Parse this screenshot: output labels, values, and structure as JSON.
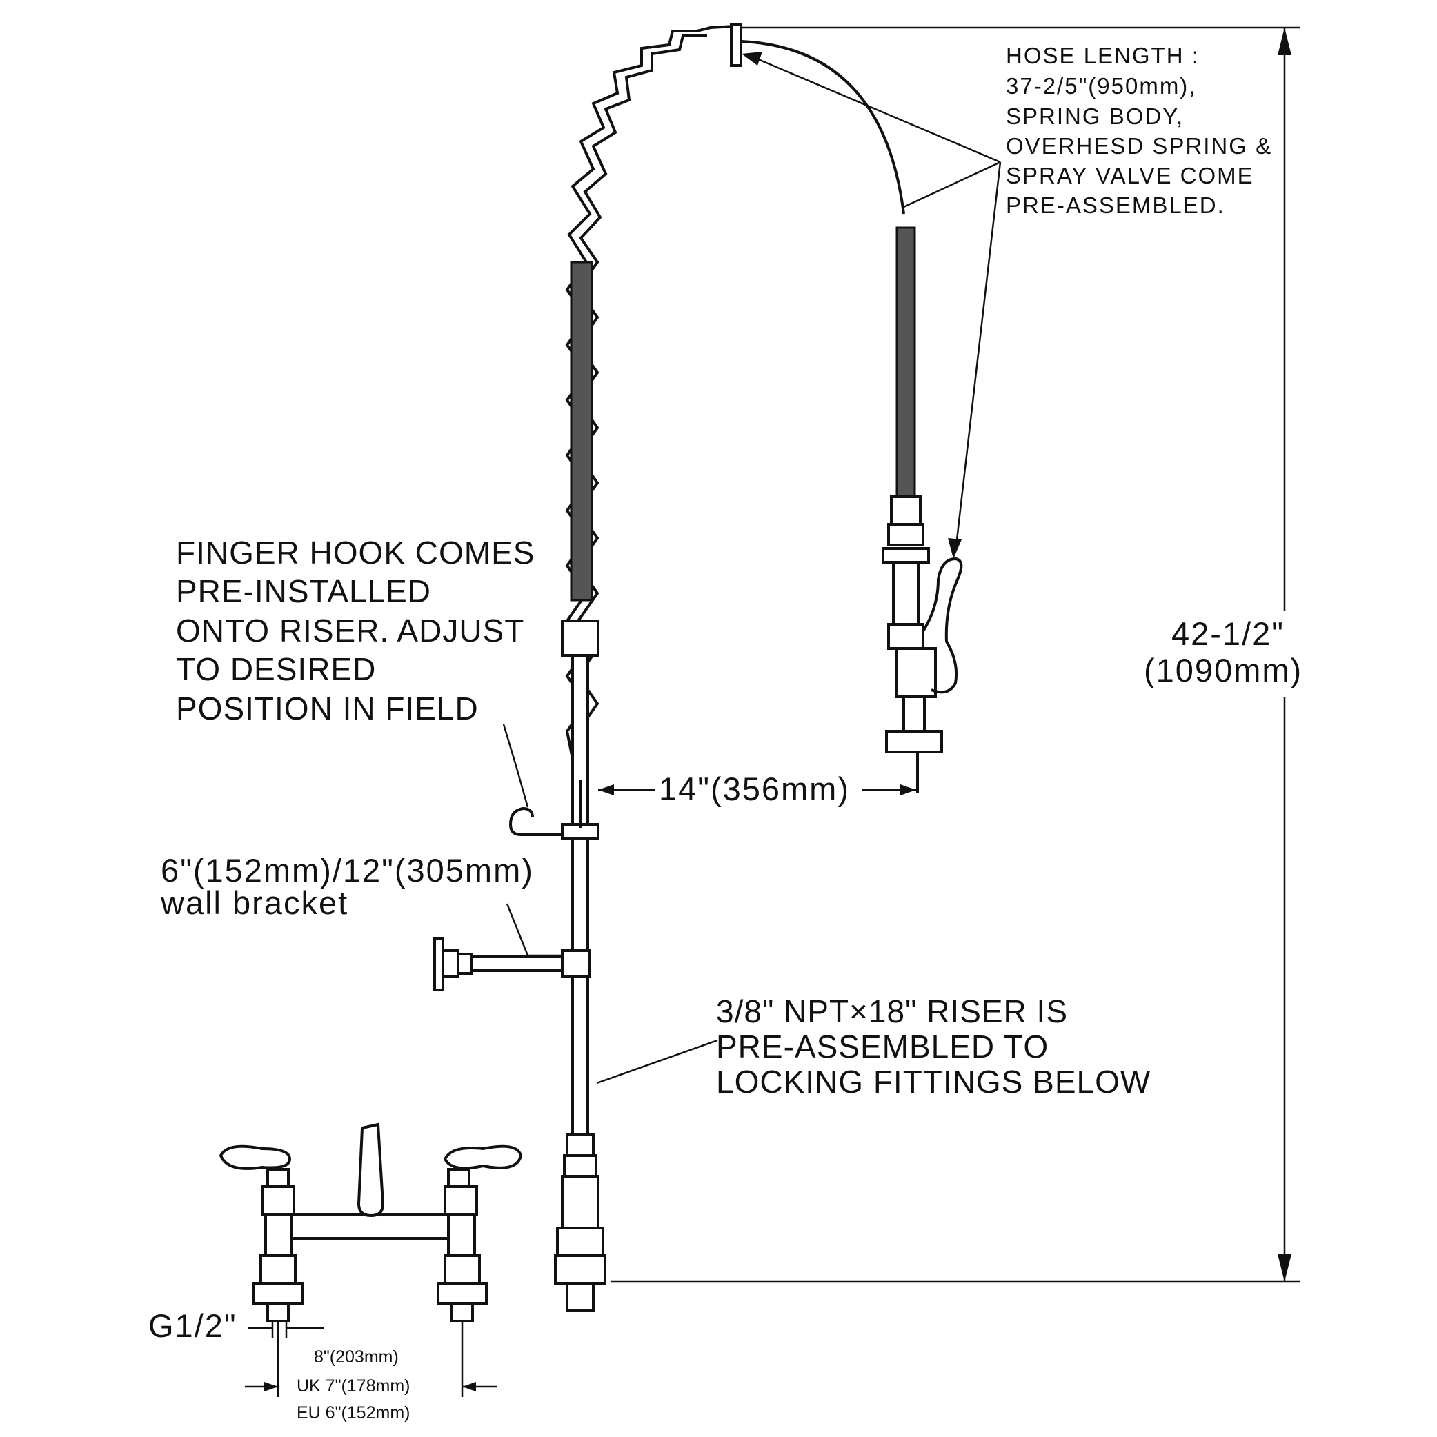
{
  "annotations": {
    "hose_length": [
      "HOSE LENGTH :",
      "37-2/5\"(950mm),",
      "SPRING BODY,",
      "OVERHESD SPRING &",
      "SPRAY VALVE COME",
      "PRE-ASSEMBLED."
    ],
    "finger_hook": [
      "FINGER HOOK COMES",
      "PRE-INSTALLED",
      "ONTO RISER. ADJUST",
      "TO DESIRED",
      "POSITION IN FIELD"
    ],
    "wall_bracket": [
      "6\"(152mm)/12\"(305mm)",
      "wall bracket"
    ],
    "riser": [
      "3/8\" NPT×18\" RISER IS",
      "PRE-ASSEMBLED TO",
      "LOCKING FITTINGS BELOW"
    ]
  },
  "dimensions": {
    "height": [
      "42-1/2\"",
      "(1090mm)"
    ],
    "reach": "14\"(356mm)",
    "inlet": "G1/2\"",
    "center_spacing": [
      "8\"(203mm)",
      "UK 7\"(178mm)",
      "EU 6\"(152mm)"
    ]
  },
  "colors": {
    "line": "#111111",
    "background": "#ffffff",
    "fill_dark": "#555555"
  }
}
